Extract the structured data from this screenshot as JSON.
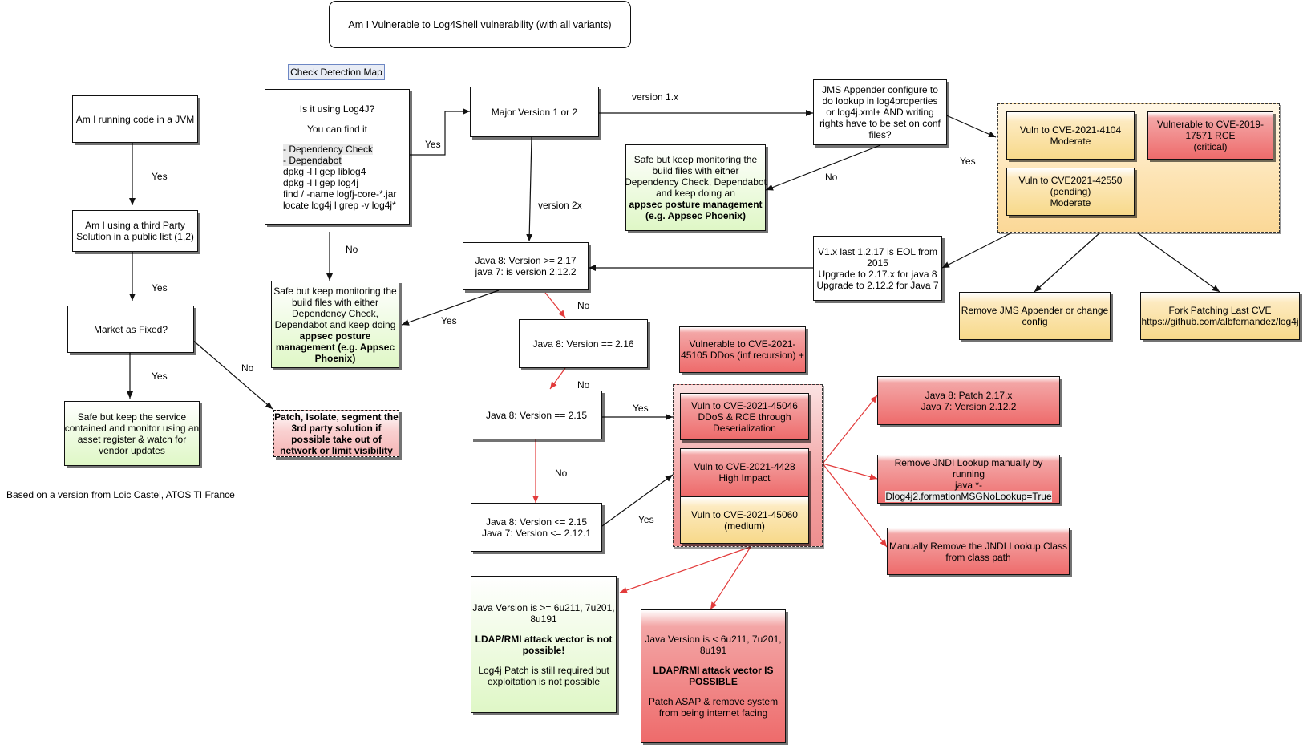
{
  "title": "Am I Vulnerable to Log4Shell vulnerability (with all variants)",
  "badge": "Check Detection Map",
  "footer": "Based on a version from Loic Castel, ATOS TI France",
  "colors": {
    "green": "#dff7c6",
    "red": "#ee6b6b",
    "yellow": "#f7d98a",
    "red_arrow": "#e23b3b",
    "black_arrow": "#111111"
  },
  "nodes": {
    "jvm": [
      "Am I running code in a JVM"
    ],
    "third_party": [
      "Am I using a third Party",
      "Solution in a public list (1,2)"
    ],
    "market_fixed": [
      "Market as Fixed?"
    ],
    "safe_vendor": [
      "Safe but keep the service",
      "contained and monitor using an",
      "asset register & watch for",
      "vendor updates"
    ],
    "patch_isolate": [
      "Patch, Isolate, segment the",
      "3rd party solution if",
      "possible take out of",
      "network or limit visibility"
    ],
    "log4j_question": [
      "Is it using Log4J?",
      "",
      "You can find it",
      ""
    ],
    "log4j_tools": [
      "- Dependency Check",
      "- Dependabot",
      "dpkg -l l gep liblog4",
      "dpkg -l l gep log4j",
      "find / -name logfj-core-*.jar",
      "locate log4j l grep -v log4j*"
    ],
    "safe_monitor_1": [
      "Safe but keep monitoring the",
      "build files with either",
      "Dependency Check,",
      "Dependabot and keep doing"
    ],
    "safe_monitor_1_bold": [
      "appsec posture",
      "management (e.g. Appsec",
      "Phoenix)"
    ],
    "major_version": [
      "Major Version 1 or 2"
    ],
    "jms": [
      "JMS Appender configure to",
      "do lookup in log4properties",
      "or log4j.xml+ AND writing",
      "rights have to be set on conf",
      "files?"
    ],
    "safe_monitor_2": [
      "Safe but keep monitoring the",
      "build files with either",
      "Dependency Check, Dependabot",
      "and keep doing an"
    ],
    "safe_monitor_2_bold": [
      "appsec posture management",
      "(e.g. Appsec Phoenix)"
    ],
    "cve_4104": [
      "Vuln to CVE-2021-4104",
      "Moderate"
    ],
    "cve_17571": [
      "Vulnerable to CVE-2019-",
      "17571 RCE",
      "(critical)"
    ],
    "cve_42550": [
      "Vuln to CVE2021-42550",
      "(pending)",
      "Moderate"
    ],
    "eol": [
      "V1.x last 1.2.17 is EOL from",
      "2015",
      "Upgrade to 2.17.x for java 8",
      "Upgrade to 2.12.2 for Java 7"
    ],
    "remove_jms": [
      "Remove JMS Appender or change",
      "config"
    ],
    "fork": [
      "Fork Patching Last CVE",
      "https://github.com/albfernandez/log4j"
    ],
    "java_217": [
      "Java 8: Version >= 2.17",
      "java 7: is version 2.12.2"
    ],
    "java_216": [
      "Java 8: Version == 2.16"
    ],
    "cve_45105": [
      "Vulnerable to CVE-2021-",
      "45105 DDos (inf recursion) +"
    ],
    "java_215": [
      "Java 8: Version == 2.15"
    ],
    "cve_45046": [
      "Vuln to CVE-2021-45046",
      "DDoS & RCE through",
      "Deserialization"
    ],
    "cve_44228": [
      "Vuln to CVE-2021-4428",
      "High Impact"
    ],
    "cve_45060": [
      "Vuln to CVE-2021-45060",
      "(medium)"
    ],
    "java_le215": [
      "Java 8: Version <= 2.15",
      "Java 7: Version <= 2.12.1"
    ],
    "patch_217": [
      "Java 8: Patch 2.17.x",
      "Java 7: Version 2.12.2"
    ],
    "remove_jndi": [
      "Remove JNDI  Lookup manually by",
      "running",
      "java *-",
      "Dlog4j2.formationMSGNoLookup=True"
    ],
    "remove_class": [
      "Manually Remove the JNDI Lookup Class",
      "from class path"
    ],
    "ldap_safe": [
      "Java Version is >= 6u211, 7u201,",
      "8u191"
    ],
    "ldap_safe_bold": [
      "LDAP/RMI attack vector is not",
      "possible!"
    ],
    "ldap_safe_tail": [
      "Log4j Patch is still required but",
      "exploitation is not possible"
    ],
    "ldap_vuln": [
      "Java Version is < 6u211, 7u201,",
      "8u191"
    ],
    "ldap_vuln_bold": [
      "LDAP/RMI attack vector IS",
      "POSSIBLE"
    ],
    "ldap_vuln_tail": [
      "Patch ASAP & remove system",
      "from being internet facing"
    ]
  },
  "edges": {
    "yes_jvm": "Yes",
    "yes_third": "Yes",
    "yes_market": "Yes",
    "no_market": "No",
    "yes_log4j": "Yes",
    "no_log4j": "No",
    "v1x": "version 1.x",
    "v2x": "version 2x",
    "no_jms": "No",
    "yes_jms": "Yes",
    "yes_217": "Yes",
    "no_217": "No",
    "no_216": "No",
    "yes_215": "Yes",
    "no_215": "No",
    "yes_le215": "Yes"
  }
}
